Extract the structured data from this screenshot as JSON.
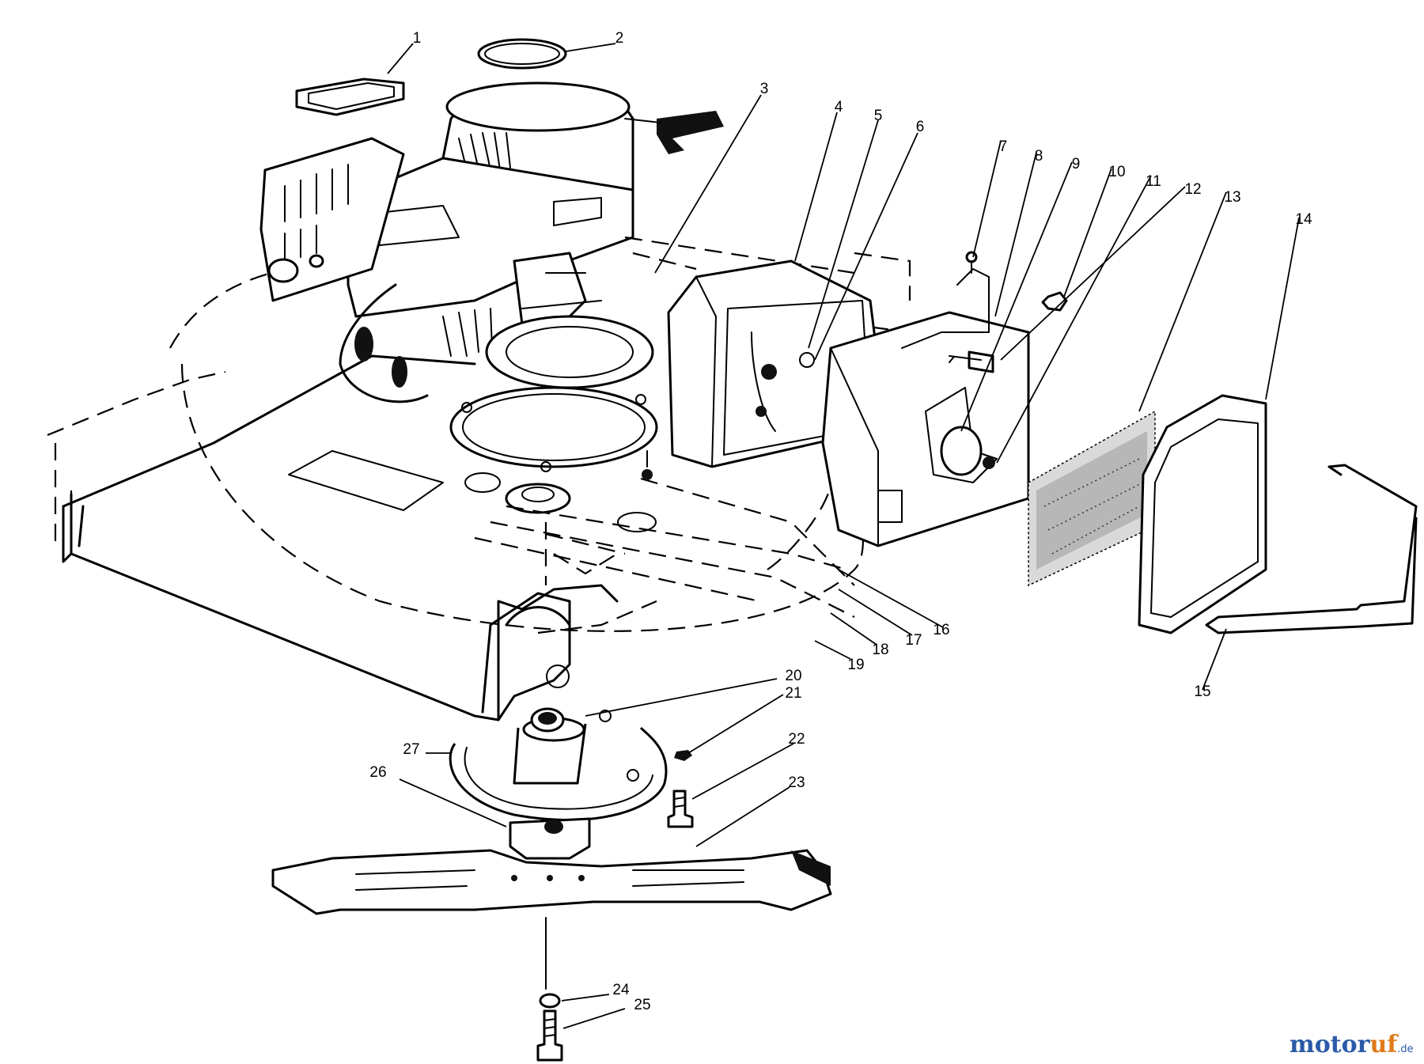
{
  "parts": [
    {
      "id": "part-1",
      "label": "1"
    },
    {
      "id": "part-2",
      "label": "2"
    },
    {
      "id": "part-3",
      "label": "3"
    },
    {
      "id": "part-4",
      "label": "4"
    },
    {
      "id": "part-5",
      "label": "5"
    },
    {
      "id": "part-6",
      "label": "6"
    },
    {
      "id": "part-7",
      "label": "7"
    },
    {
      "id": "part-8",
      "label": "8"
    },
    {
      "id": "part-9",
      "label": "9"
    },
    {
      "id": "part-10",
      "label": "10"
    },
    {
      "id": "part-11",
      "label": "11"
    },
    {
      "id": "part-12",
      "label": "12"
    },
    {
      "id": "part-13",
      "label": "13"
    },
    {
      "id": "part-14",
      "label": "14"
    },
    {
      "id": "part-15",
      "label": "15"
    },
    {
      "id": "part-16",
      "label": "16"
    },
    {
      "id": "part-17",
      "label": "17"
    },
    {
      "id": "part-18",
      "label": "18"
    },
    {
      "id": "part-19",
      "label": "19"
    },
    {
      "id": "part-20",
      "label": "20"
    },
    {
      "id": "part-21",
      "label": "21"
    },
    {
      "id": "part-22",
      "label": "22"
    },
    {
      "id": "part-23",
      "label": "23"
    },
    {
      "id": "part-24",
      "label": "24"
    },
    {
      "id": "part-25",
      "label": "25"
    },
    {
      "id": "part-26",
      "label": "26"
    },
    {
      "id": "part-27",
      "label": "27"
    }
  ],
  "watermark": {
    "main": "motor",
    "accent": "uf",
    "suffix": ".de",
    "colors": {
      "main": "#2a5aa8",
      "accent": "#e07a1a"
    }
  }
}
